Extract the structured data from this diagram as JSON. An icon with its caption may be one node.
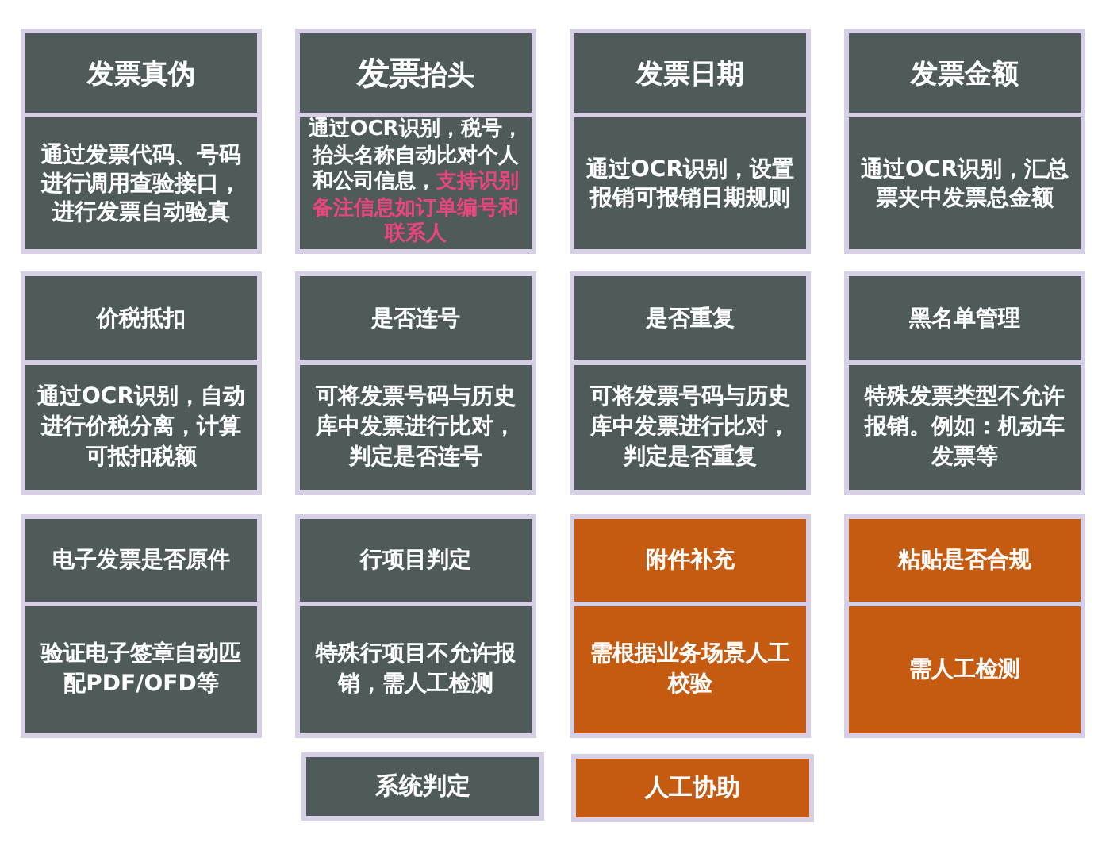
{
  "diagram": {
    "nodes": [
      {
        "text": [
          "发票真伪",
          "通过发票代码、号码进行调用查验接口，进行发票自动验真"
        ]
      },
      {
        "text": [
          "**发票**抬头",
          "通过OCR识别，税号，抬头名称自动比对个人和公司信息，**支持识别备注信息如订单编号和联系人**"
        ]
      },
      {
        "text": [
          "发票日期",
          "通过OCR识别，设置报销可报销日期规则"
        ]
      },
      {
        "text": [
          "发票金额",
          "通过OCR识别，汇总票夹中发票总金额"
        ]
      },
      {
        "text": [
          "价税抵扣",
          "通过OCR识别，自动进行价税分离，计算可抵扣税额"
        ]
      },
      {
        "text": [
          "是否连号",
          "可将发票号码与历史库中发票进行比对，判定是否连号"
        ]
      },
      {
        "text": [
          "是否重复",
          "可将发票号码与历史库中发票进行比对，判定是否重复"
        ]
      },
      {
        "text": [
          "黑名单管理",
          "特殊发票类型不允许报销。例如：机动车发票等"
        ]
      },
      {
        "text": [
          "电子发票是否原件",
          "验证电子签章自动匹配PDF/OFD等"
        ]
      },
      {
        "text": [
          "行项目判定",
          "特殊行项目不允许报销，需人工检测"
        ]
      },
      {
        "text": [
          "附件补充",
          "需根据业务场景人工校验"
        ]
      },
      {
        "text": [
          "粘贴是否合规",
          "需人工检测"
        ]
      }
    ],
    "legend": [
      {
        "text": "系统判定",
        "color": "#4f5b5a"
      },
      {
        "text": "人工协助",
        "color": "#c55a11"
      }
    ]
  }
}
